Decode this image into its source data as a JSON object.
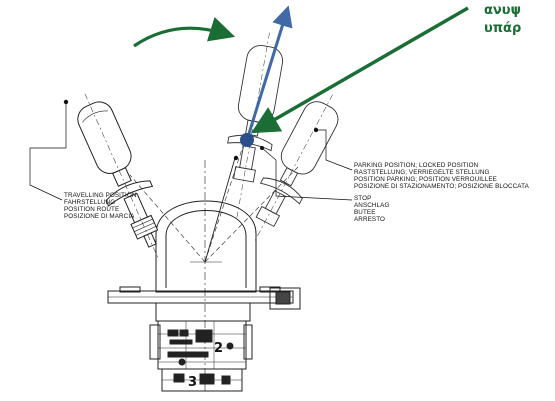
{
  "annotation": {
    "text_line1": "ανυψ",
    "text_line2": "υπάρ"
  },
  "labels": {
    "travelling": [
      "TRAVELLING POSITION",
      "FAHRSTELLUNG",
      "POSITION ROUTE",
      "POSIZIONE DI MARCIA"
    ],
    "parking": [
      "PARKING POSITION; LOCKED POSITION",
      "RASTSTELLUNG; VERRIEGELTE STELLUNG",
      "POSITION PARKING; POSITION VERROUILLEE",
      "POSIZIONE DI STAZIONAMENTO; POSIZIONE BLOCCATA"
    ],
    "stop": [
      "STOP",
      "ANSCHLAG",
      "BUTEE",
      "ARRESTO"
    ]
  },
  "numbers": {
    "two": "2",
    "three": "3"
  },
  "colors": {
    "green": "#1a6e35",
    "blue": "#3f6aa6",
    "line": "#222222"
  }
}
